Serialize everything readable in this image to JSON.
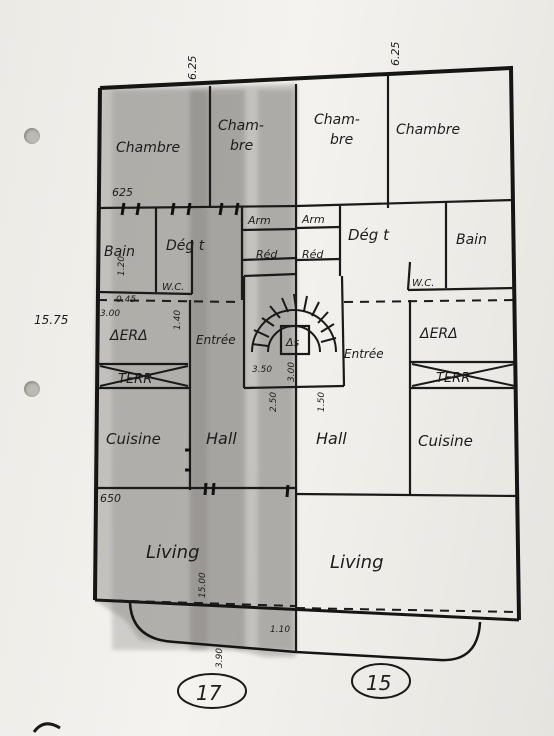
{
  "labels": {
    "dim_top_left": "6.25",
    "dim_top_right": "6.25",
    "dim_625": "625",
    "dim_height": "15.75",
    "dim_045": "0.45",
    "dim_300": "3.00",
    "dim_140": "1.40",
    "dim_120": "1.20",
    "dim_250": "2.50",
    "dim_350": "3.50",
    "dim_300b": "3.00",
    "dim_150": "1.50",
    "dim_650": "650",
    "dim_1500": "15.00",
    "dim_110": "1.10",
    "dim_390": "3.90",
    "chambre_left": "Chambre",
    "chambre_mid_1": "Cham-",
    "chambre_mid_2": "bre",
    "chambre_right_a1": "Cham-",
    "chambre_right_a2": "bre",
    "chambre_right": "Chambre",
    "arm_left": "Arm",
    "arm_right": "Arm",
    "red_left": "Réd",
    "red_right": "Réd",
    "bain_left": "Bain",
    "bain_right": "Bain",
    "deg_left": "Dég t",
    "deg_right": "Dég t",
    "wc_left": "W.C.",
    "wc_right": "W.C.",
    "aera_left": "ΔERΔ",
    "aera_right": "ΔERΔ",
    "terr_left": "TERR",
    "terr_right": "TERR",
    "entree_left": "Entrée",
    "entree_right": "Entrée",
    "asc": "Δs",
    "cuisine_left": "Cuisine",
    "cuisine_right": "Cuisine",
    "hall_left": "Hall",
    "hall_right": "Hall",
    "living_left": "Living",
    "living_right": "Living",
    "number_left": "17",
    "number_right": "15"
  }
}
